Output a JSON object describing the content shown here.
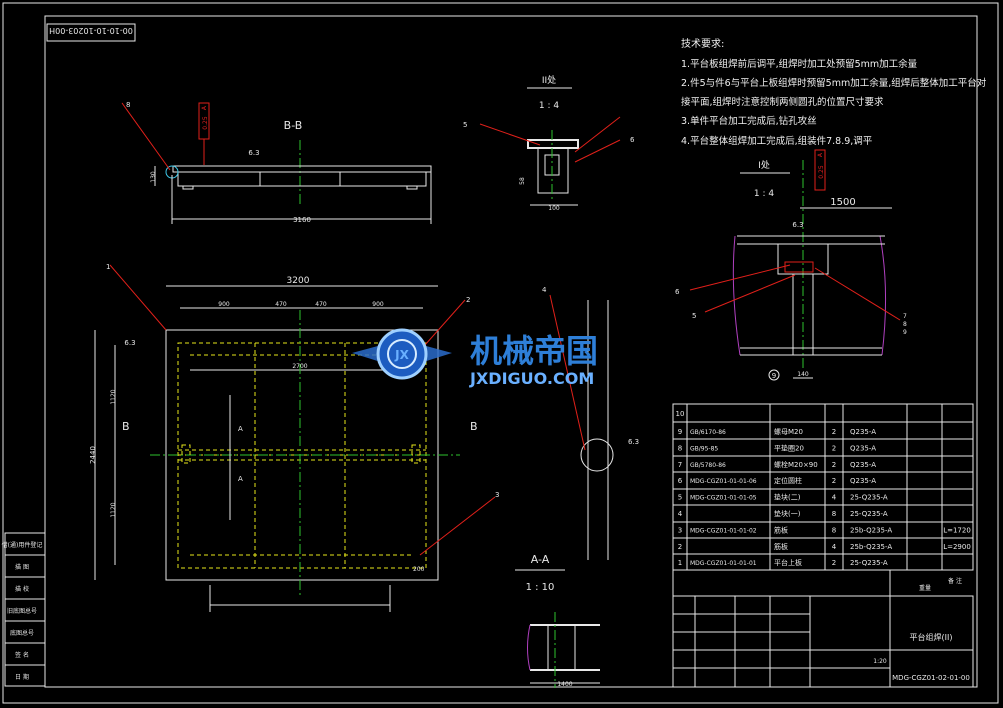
{
  "drawing_number_box": "00-10-10-10203-00H",
  "tech_requirements": {
    "title": "技术要求:",
    "items": [
      "1.平台板组焊前后调平,组焊时加工处预留5mm加工余量",
      "2.件5与件6与平台上板组焊时预留5mm加工余量,组焊后整体加工平台对",
      "接平面,组焊时注意控制两侧圆孔的位置尺寸要求",
      "3.单件平台加工完成后,钻孔攻丝",
      "4.平台整体组焊加工完成后,组装件7.8.9,调平"
    ]
  },
  "view_bb": {
    "title": "B-B",
    "dim_total": "3160",
    "dim_height": "130",
    "tol_box": "0.25",
    "datum": "A",
    "rough": "6.3",
    "balloon": "8"
  },
  "view_detail2": {
    "title": "II处",
    "scale": "1 : 4",
    "dim_width": "100",
    "dim_left": "58",
    "label_5": "5",
    "label_6": "6"
  },
  "view_detail1": {
    "title": "I处",
    "scale": "1 : 4",
    "dim": "1500",
    "tol_box": "0.25",
    "datum": "A",
    "rough": "6.3",
    "labels": [
      "6",
      "5",
      "7",
      "8",
      "9"
    ],
    "datum_symbol": "9",
    "dim_bottom": "140"
  },
  "plan_view": {
    "dim_total_width": "3200",
    "dims_top": [
      "900",
      "470",
      "470",
      "900"
    ],
    "dim_inner": "2700",
    "dim_left_total": "2440",
    "dims_left": [
      "1120",
      "1120"
    ],
    "rough": "6.3",
    "section_marks": {
      "b": "B",
      "a": "A"
    },
    "balloons": [
      "1",
      "2",
      "3"
    ],
    "dim_bottom_right": "200"
  },
  "view_aa": {
    "title": "A-A",
    "scale": "1 : 10",
    "dim": "1400",
    "balloon": "4",
    "rough": "6.3"
  },
  "watermark": {
    "name": "机械帝国",
    "url": "JXDIGUO.COM",
    "logo_letters": "JX"
  },
  "bom": {
    "header_index": "10",
    "rows": [
      {
        "idx": "9",
        "code": "GB/6170-86",
        "name": "螺母M20",
        "qty": "2",
        "mat": "Q235-A",
        "note": ""
      },
      {
        "idx": "8",
        "code": "GB/95-85",
        "name": "平垫圈20",
        "qty": "2",
        "mat": "Q235-A",
        "note": ""
      },
      {
        "idx": "7",
        "code": "GB/5780-86",
        "name": "螺栓M20×90",
        "qty": "2",
        "mat": "Q235-A",
        "note": ""
      },
      {
        "idx": "6",
        "code": "MDG-CGZ01-01-01-06",
        "name": "定位圆柱",
        "qty": "2",
        "mat": "Q235-A",
        "note": ""
      },
      {
        "idx": "5",
        "code": "MDG-CGZ01-01-01-05",
        "name": "垫块(二)",
        "qty": "4",
        "mat": "25-Q235-A",
        "note": ""
      },
      {
        "idx": "4",
        "code": "",
        "name": "垫块(一)",
        "qty": "8",
        "mat": "25-Q235-A",
        "note": ""
      },
      {
        "idx": "3",
        "code": "MDG-CGZ01-01-01-02",
        "name": "筋板",
        "qty": "8",
        "mat": "25b-Q235-A",
        "note": "L=1720"
      },
      {
        "idx": "2",
        "code": "",
        "name": "筋板",
        "qty": "4",
        "mat": "25b-Q235-A",
        "note": "L=2900"
      },
      {
        "idx": "1",
        "code": "MDG-CGZ01-01-01-01",
        "name": "平台上板",
        "qty": "2",
        "mat": "25-Q235-A",
        "note": ""
      }
    ],
    "header_labels": {
      "mark": "备 注",
      "weight": "重量"
    }
  },
  "title_block": {
    "part_name": "平台组焊(II)",
    "drawing_no": "MDG-CGZ01-02-01-00",
    "scale": "1:20"
  },
  "left_strip": [
    "借(通)用件登记",
    "描 图",
    "描 校",
    "旧底图总号",
    "底图总号",
    "签 名",
    "日 期"
  ]
}
